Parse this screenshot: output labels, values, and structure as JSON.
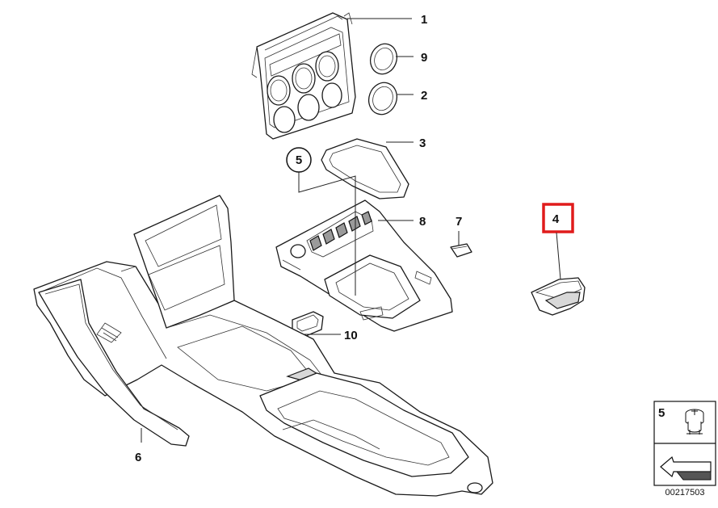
{
  "callouts": [
    {
      "id": "c1",
      "label": "1"
    },
    {
      "id": "c9",
      "label": "9"
    },
    {
      "id": "c2",
      "label": "2"
    },
    {
      "id": "c3",
      "label": "3"
    },
    {
      "id": "c5",
      "label": "5"
    },
    {
      "id": "c8",
      "label": "8"
    },
    {
      "id": "c7",
      "label": "7"
    },
    {
      "id": "c4",
      "label": "4"
    },
    {
      "id": "c10",
      "label": "10"
    },
    {
      "id": "c6",
      "label": "6"
    }
  ],
  "highlight": {
    "label": "4",
    "color": "#e01b1b"
  },
  "legend": {
    "label": "5"
  },
  "diagram_number": "00217503"
}
